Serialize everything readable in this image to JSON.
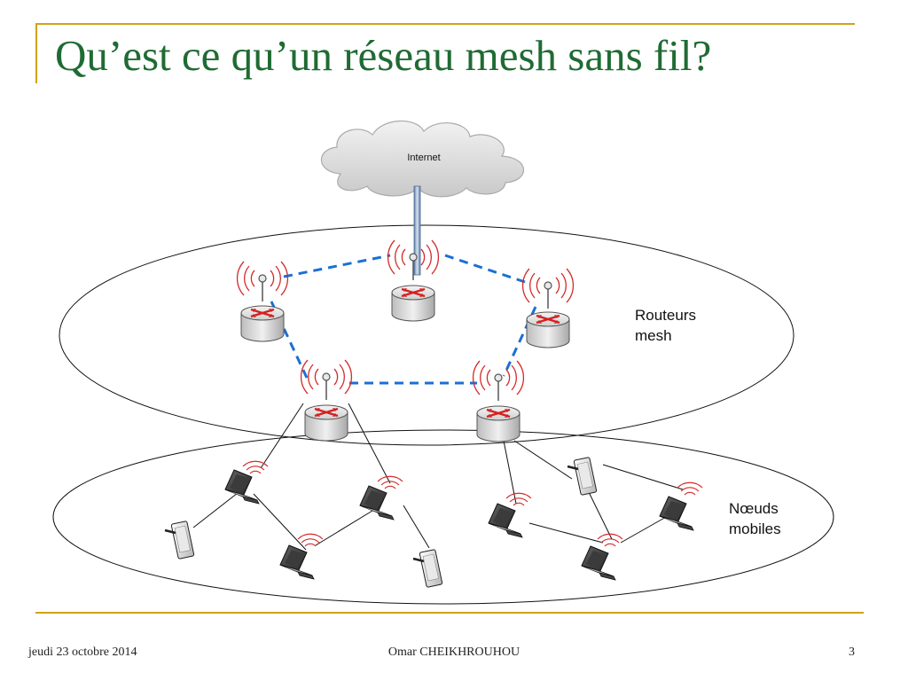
{
  "slide": {
    "title": "Qu’est ce qu’un réseau mesh sans fil?"
  },
  "diagram": {
    "cloud_label": "Internet",
    "routers_label": [
      "Routeurs",
      "mesh"
    ],
    "mobiles_label": [
      "Nœuds",
      "mobiles"
    ],
    "mesh_link_color": "#1a6fd6",
    "wireless_wave_color": "#d42a2a"
  },
  "footer": {
    "date": "jeudi 23 octobre 2014",
    "author": "Omar CHEIKHROUHOU",
    "page": "3"
  },
  "colors": {
    "title": "#1f6b33",
    "accent": "#d4a017"
  }
}
